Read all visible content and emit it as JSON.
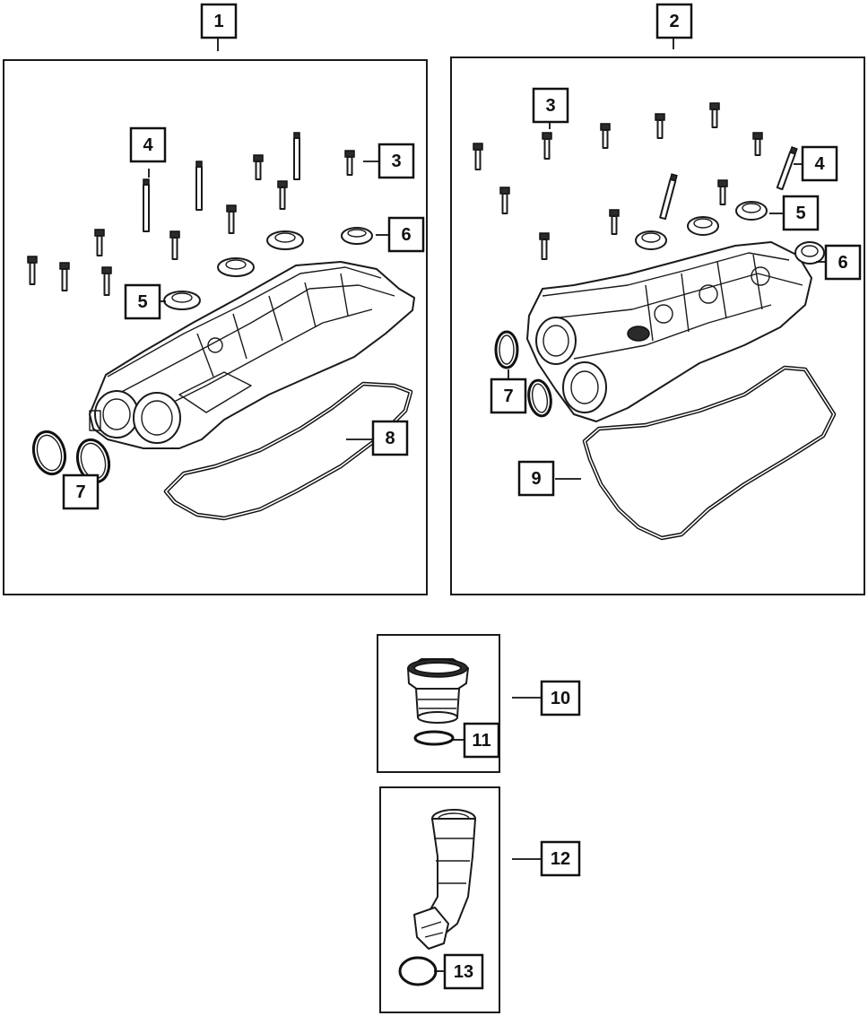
{
  "callouts": {
    "c1": "1",
    "c2": "2",
    "c3a": "3",
    "c4a": "4",
    "c5a": "5",
    "c6a": "6",
    "c7a": "7",
    "c8": "8",
    "c3b": "3",
    "c4b": "4",
    "c5b": "5",
    "c6b": "6",
    "c7b": "7",
    "c9": "9",
    "c10": "10",
    "c11": "11",
    "c12": "12",
    "c13": "13"
  },
  "colors": {
    "line": "#111111",
    "background": "#ffffff"
  },
  "icons": [
    "valve-cover-left-icon",
    "valve-cover-right-icon",
    "bolt-icon",
    "stud-icon",
    "seal-icon",
    "o-ring-icon",
    "gasket-icon",
    "oil-filler-cap-icon",
    "oil-filler-tube-icon"
  ]
}
